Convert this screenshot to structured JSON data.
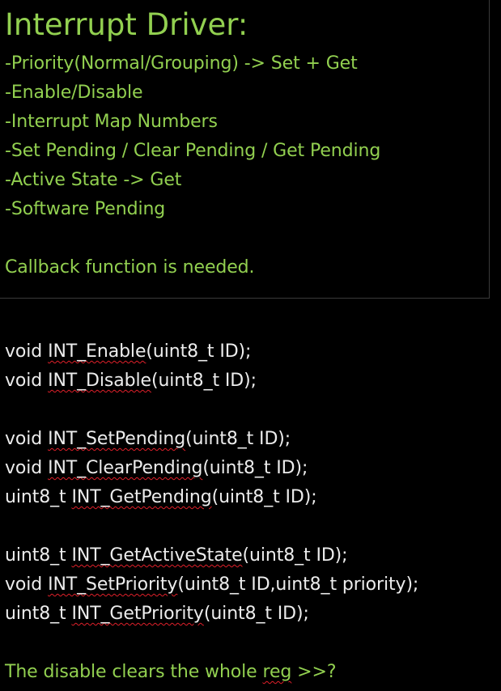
{
  "note": {
    "title": "Interrupt Driver:",
    "items": [
      "-Priority(Normal/Grouping) -> Set + Get",
      "-Enable/Disable",
      "-Interrupt Map Numbers",
      "-Set Pending / Clear Pending / Get Pending",
      "-Active State -> Get",
      "-Software Pending"
    ],
    "footer": "Callback function is needed."
  },
  "code": [
    {
      "pre": "void ",
      "name": "INT_Enable",
      "post": "(uint8_t ID);"
    },
    {
      "pre": "void ",
      "name": "INT_Disable",
      "post": "(uint8_t ID);"
    },
    {
      "pre": "void ",
      "name": "INT_SetPending",
      "post": "(uint8_t ID);"
    },
    {
      "pre": "void ",
      "name": "INT_ClearPending",
      "post": "(uint8_t ID);"
    },
    {
      "pre": "uint8_t ",
      "name": "INT_GetPending",
      "post": "(uint8_t ID);"
    },
    {
      "pre": "uint8_t ",
      "name": "INT_GetActiveState",
      "post": "(uint8_t ID);"
    },
    {
      "pre": "void ",
      "name": "INT_SetPriority",
      "post": "(uint8_t ID,uint8_t priority);"
    },
    {
      "pre": "uint8_t ",
      "name": "INT_GetPriority",
      "post": "(uint8_t ID);"
    }
  ],
  "question": {
    "pre": "The disable clears the whole ",
    "word": "reg",
    "post": " >>?"
  },
  "colors": {
    "background": "#000000",
    "green_text": "#92d050",
    "code_text": "#ececec",
    "spell_squiggle": "#e0202a"
  }
}
